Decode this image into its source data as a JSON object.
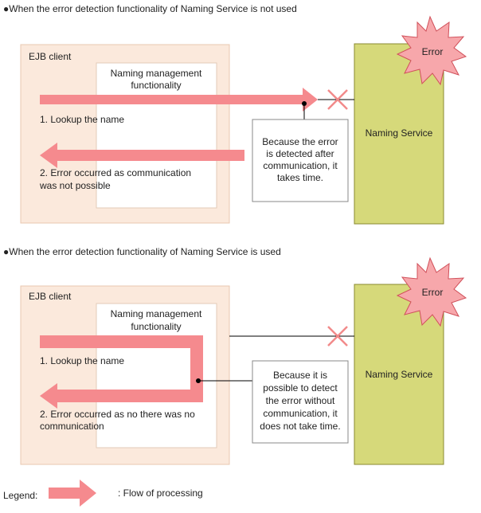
{
  "colors": {
    "client_bg": "#fbe9dc",
    "client_border": "#e8c8b0",
    "naming_bg": "#d6d97a",
    "naming_border": "#8a8a30",
    "error_burst": "#f7a7ab",
    "error_burst_border": "#d0505a",
    "arrow": "#f58a8e",
    "cross": "#f28a8a"
  },
  "section1": {
    "heading": "●When the error detection functionality of Naming Service is not used",
    "client_label": "EJB client",
    "naming_mgmt_line1": "Naming management",
    "naming_mgmt_line2": "functionality",
    "step1": "1. Lookup the name",
    "step2_line1": "2. Error occurred as communication",
    "step2_line2": "was not possible",
    "note_line1": "Because the error",
    "note_line2": "is detected after",
    "note_line3": "communication, it",
    "note_line4": "takes time.",
    "naming_service": "Naming Service",
    "error": "Error"
  },
  "section2": {
    "heading": "●When the error detection functionality of Naming Service is used",
    "client_label": "EJB client",
    "naming_mgmt_line1": "Naming management",
    "naming_mgmt_line2": "functionality",
    "step1": "1. Lookup the name",
    "step2_line1": "2. Error occurred as no there was no",
    "step2_line2": "communication",
    "note_line1": "Because it is",
    "note_line2": "possible to detect",
    "note_line3": "the error without",
    "note_line4": "communication, it",
    "note_line5": "does not take time.",
    "naming_service": "Naming Service",
    "error": "Error"
  },
  "legend": {
    "label": "Legend:",
    "description": ": Flow of processing"
  }
}
